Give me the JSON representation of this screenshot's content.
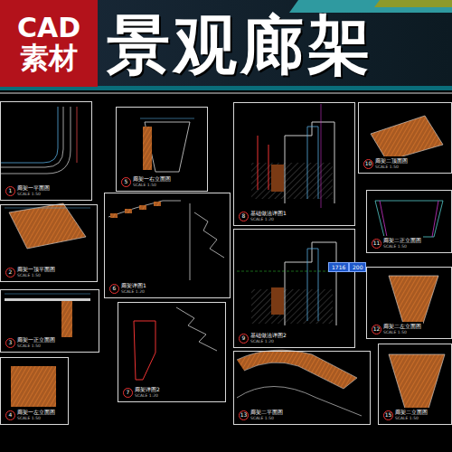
{
  "diagram": {
    "title": "景观廊架",
    "nodes": [
      {
        "text": [
          "CAD",
          "素材"
        ]
      },
      {
        "text": [
          "1",
          "廊架一平面图",
          "SCALE 1:50"
        ]
      },
      {
        "text": [
          "5",
          "廊架一右立面图",
          "SCALE 1:50"
        ]
      },
      {
        "text": [
          "8",
          "基础做法详图1",
          "SCALE 1:20"
        ]
      },
      {
        "text": [
          "10",
          "廊架二顶面图",
          "SCALE 1:50"
        ]
      },
      {
        "text": [
          "2",
          "廊架一顶平面图",
          "SCALE 1:50"
        ]
      },
      {
        "text": [
          "6",
          "廊架详图1",
          "SCALE 1:20"
        ]
      },
      {
        "text": [
          "11",
          "廊架二正立面图",
          "SCALE 1:50"
        ]
      },
      {
        "text": [
          "9",
          "基础做法详图2",
          "SCALE 1:20"
        ]
      },
      {
        "text": [
          "12",
          "廊架二左立面图",
          "SCALE 1:50"
        ]
      },
      {
        "text": [
          "3",
          "廊架一正立面图",
          "SCALE 1:50"
        ]
      },
      {
        "text": [
          "7",
          "廊架详图2",
          "SCALE 1:20"
        ]
      },
      {
        "text": [
          "13",
          "廊架二平面图",
          "SCALE 1:50"
        ]
      },
      {
        "text": [
          "4",
          "廊架一左立面图",
          "SCALE 1:50"
        ]
      },
      {
        "text": [
          "15",
          "廊架二立面图",
          "SCALE 1:50"
        ]
      }
    ],
    "labels": [
      "1716",
      "200"
    ]
  }
}
